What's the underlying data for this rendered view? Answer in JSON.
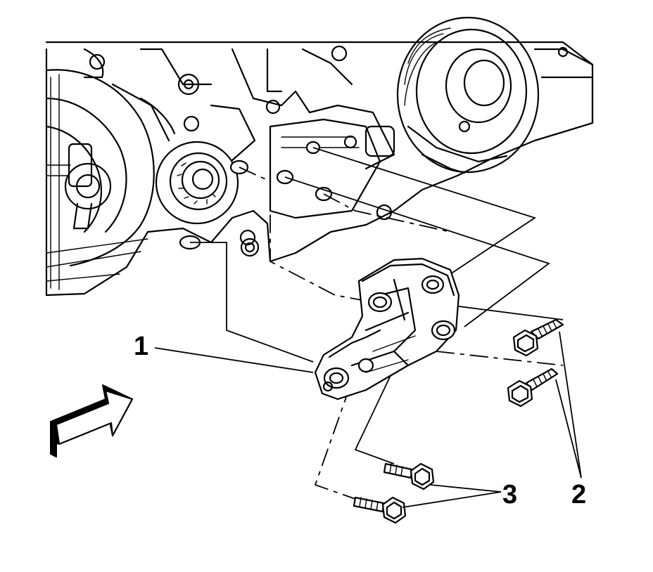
{
  "callouts": {
    "bracket": "1",
    "upper_bolts": "2",
    "lower_bolts": "3"
  }
}
